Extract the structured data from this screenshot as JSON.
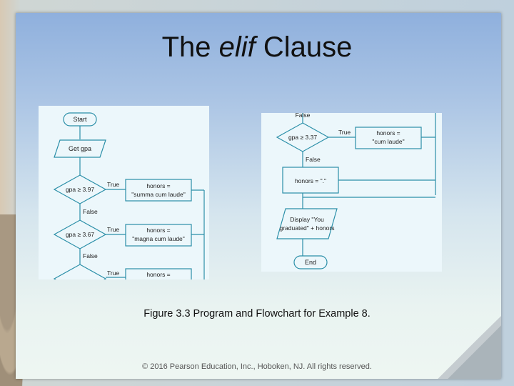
{
  "slide": {
    "title_prefix": "The ",
    "title_em": "elif",
    "title_suffix": " Clause",
    "caption": "Figure 3.3 Program and Flowchart for Example 8.",
    "copyright": "© 2016 Pearson Education, Inc., Hoboken, NJ.  All rights reserved."
  },
  "flowchart_left": {
    "start": "Start",
    "get_gpa": "Get gpa",
    "cond1": "gpa ≥ 3.97",
    "cond2": "gpa ≥ 3.67",
    "true1": "True",
    "true2": "True",
    "true3": "True",
    "false1": "False",
    "false2": "False",
    "honors1_a": "honors =",
    "honors1_b": "\"summa cum laude\"",
    "honors2_a": "honors =",
    "honors2_b": "\"magna cum laude\"",
    "honors3_a": "honors ="
  },
  "flowchart_right": {
    "false_top": "False",
    "cond3": "gpa ≥ 3.37",
    "true_label": "True",
    "false_label": "False",
    "honors_cum_a": "honors =",
    "honors_cum_b": "\"cum laude\"",
    "honors_dot": "honors = \".\"",
    "display_a": "Display \"You",
    "display_b": "graduated\" + honors",
    "end": "End"
  },
  "colors": {
    "flowchart_line": "#2b8fa8",
    "panel_bg": "#ecf7fb"
  }
}
